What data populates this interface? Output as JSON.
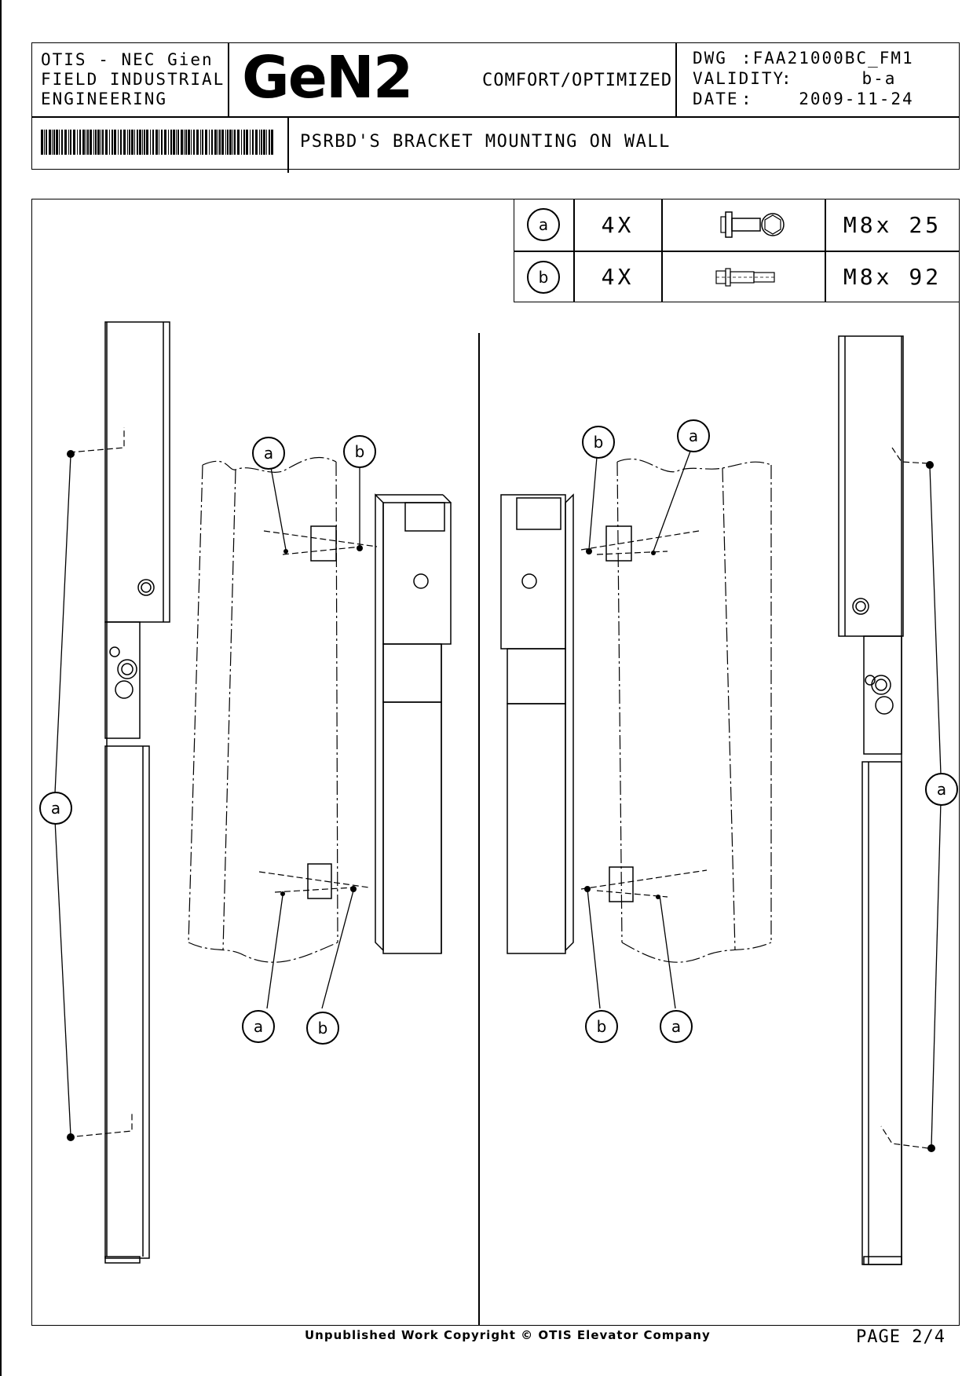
{
  "header": {
    "company_line1": "OTIS - NEC Gien",
    "company_line2": "FIELD INDUSTRIAL",
    "company_line3": "ENGINEERING",
    "logo": "GeN2",
    "product": "COMFORT/OPTIMIZED",
    "dwg_label": "DWG",
    "dwg_value": ":FAA21000BC_FM1",
    "validity_label": "VALIDITY",
    "validity_value": ":      b-a",
    "date_label": "DATE",
    "date_value": ":    2009-11-24",
    "title": "PSRBD'S BRACKET MOUNTING ON WALL"
  },
  "parts_table": [
    {
      "ref": "a",
      "qty": "4X",
      "icon": "bolt-icon",
      "size": "M8x 25"
    },
    {
      "ref": "b",
      "qty": "4X",
      "icon": "anchor-icon",
      "size": "M8x 92"
    }
  ],
  "callouts": {
    "a": "a",
    "b": "b"
  },
  "footer": {
    "copyright": "Unpublished Work Copyright © OTIS Elevator Company",
    "page": "PAGE 2/4"
  }
}
